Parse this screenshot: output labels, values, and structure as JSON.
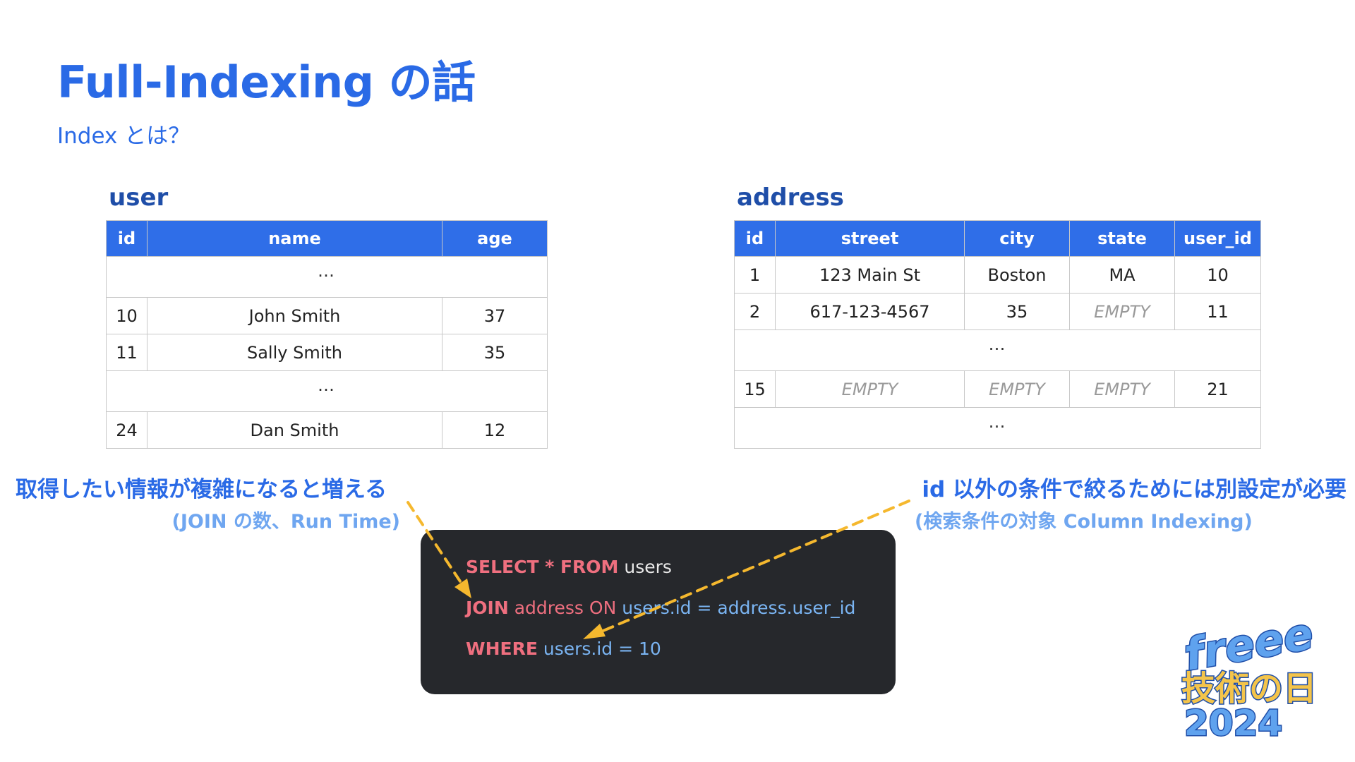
{
  "slide": {
    "title": "Full-Indexing の話",
    "subtitle": "Index とは？"
  },
  "user_table": {
    "label": "user",
    "headers": [
      "id",
      "name",
      "age"
    ],
    "rows": {
      "ellipsis1": "…",
      "r1": {
        "id": "10",
        "name": "John Smith",
        "age": "37"
      },
      "r2": {
        "id": "11",
        "name": "Sally Smith",
        "age": "35"
      },
      "ellipsis2": "…",
      "r3": {
        "id": "24",
        "name": "Dan Smith",
        "age": "12"
      }
    }
  },
  "address_table": {
    "label": "address",
    "headers": [
      "id",
      "street",
      "city",
      "state",
      "user_id"
    ],
    "rows": {
      "r1": {
        "id": "1",
        "street": "123 Main St",
        "city": "Boston",
        "state": "MA",
        "user_id": "10"
      },
      "r2": {
        "id": "2",
        "street": "617-123-4567",
        "city": "35",
        "state": "EMPTY",
        "user_id": "11"
      },
      "ellipsis1": "…",
      "r3": {
        "id": "15",
        "street": "EMPTY",
        "city": "EMPTY",
        "state": "EMPTY",
        "user_id": "21"
      },
      "ellipsis2": "…"
    }
  },
  "notes": {
    "left_main": "取得したい情報が複雑になると増える",
    "left_sub": "(JOIN の数、Run Time)",
    "right_main": "id 以外の条件で絞るためには別設定が必要",
    "right_sub": "(検索条件の対象 Column Indexing)"
  },
  "code": {
    "line1": {
      "kw": "SELECT * FROM",
      "rest": " users"
    },
    "line2": {
      "kw": "JOIN",
      "table": " address ON ",
      "lhs": "users.id",
      "eq": " = ",
      "rhs": "address.user_id"
    },
    "line3": {
      "kw": "WHERE",
      "lhs": " users.id",
      "eq": " = ",
      "val": "10"
    }
  },
  "logo": {
    "line1": "freee",
    "line2": "技術の日",
    "line3": "2024"
  },
  "colors": {
    "title": "#2a6ae6",
    "table_header": "#2f6ee8",
    "arrow": "#f5b82e",
    "code_bg": "#26282c",
    "keyword": "#ef6f7f",
    "identifier": "#7ab4f2"
  }
}
